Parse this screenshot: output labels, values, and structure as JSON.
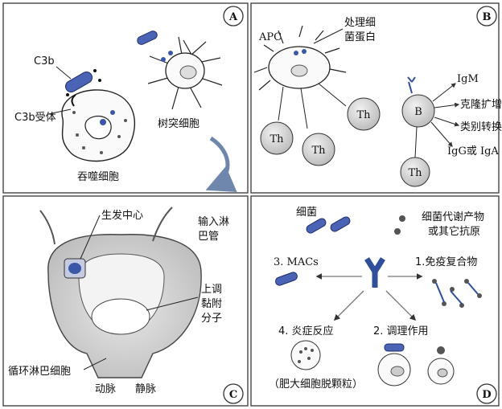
{
  "panels": {
    "A": {
      "letter": "A",
      "c3b_top": "C3b",
      "c3b_receptor": "C3b受体",
      "phagocyte": "吞噬细胞",
      "dendritic": "树突细胞"
    },
    "B": {
      "letter": "B",
      "apc": "APC",
      "processing_line1": "处理细",
      "processing_line2": "菌蛋白",
      "th": "Th",
      "b_cell": "B",
      "igm": "IgM",
      "clonal": "克隆扩增",
      "class_switch": "类别转换",
      "igg_iga": "IgG或 IgA"
    },
    "C": {
      "letter": "C",
      "germinal_center": "生发中心",
      "afferent_line1": "输入淋",
      "afferent_line2": "巴管",
      "upreg_line1": "上调",
      "upreg_line2": "黏附",
      "upreg_line3": "分子",
      "circulating": "循环淋巴细胞",
      "artery": "动脉",
      "vein": "静脉"
    },
    "D": {
      "letter": "D",
      "bacteria": "细菌",
      "metabolites_line1": "细菌代谢产物",
      "metabolites_line2": "或其它抗原",
      "macs": "3. MACs",
      "immune_complex": "1.免疫复合物",
      "inflammation": "4. 炎症反应",
      "opsonization": "2. 调理作用",
      "mast_cell": "（肥大细胞脱颗粒）"
    }
  },
  "colors": {
    "border": "#444444",
    "antibody_blue": "#2f4f9a",
    "bacteria_blue": "#4a63b5",
    "arrow_gray": "#7a8fb0",
    "node_gray": "#c9c9c9"
  }
}
